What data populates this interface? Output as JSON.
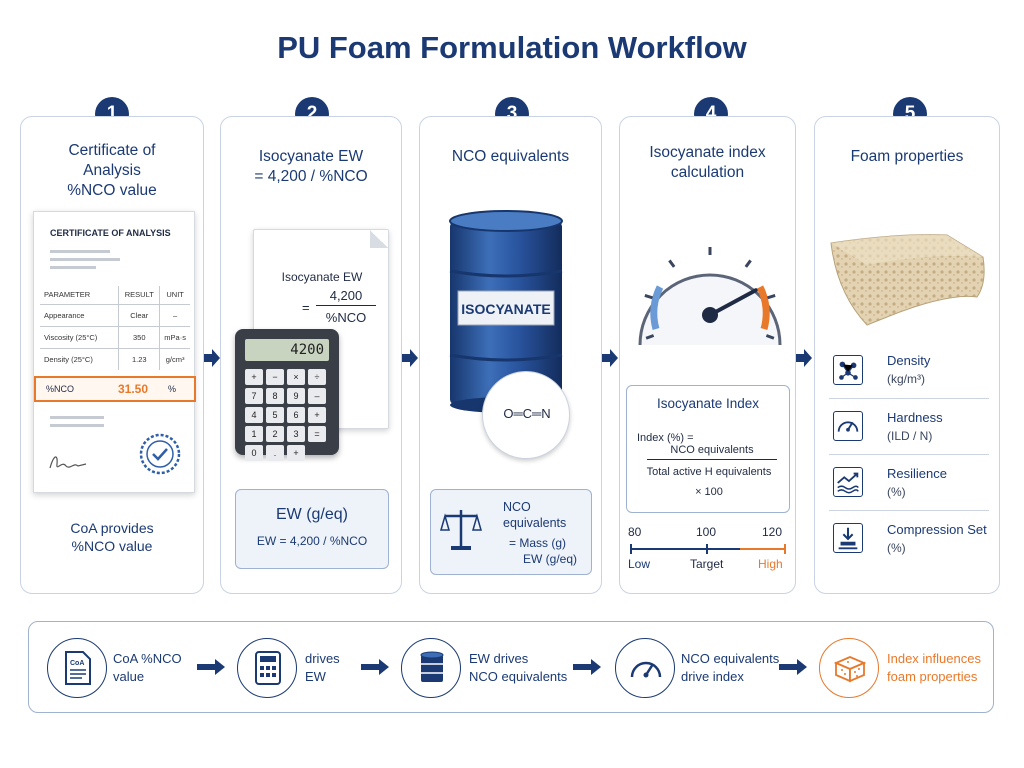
{
  "title": "PU Foam Formulation Workflow",
  "steps": [
    {
      "num": "1",
      "title_lines": [
        "Certificate of",
        "Analysis",
        "%NCO value"
      ],
      "caption_lines": [
        "CoA provides",
        "%NCO value"
      ]
    },
    {
      "num": "2",
      "title_lines": [
        "Isocyanate EW",
        "= 4,200 / %NCO"
      ]
    },
    {
      "num": "3",
      "title_lines": [
        "NCO equivalents"
      ]
    },
    {
      "num": "4",
      "title_lines": [
        "Isocyanate index",
        "calculation"
      ]
    },
    {
      "num": "5",
      "title_lines": [
        "Foam properties"
      ]
    }
  ],
  "coa": {
    "heading": "CERTIFICATE OF ANALYSIS",
    "headers": [
      "PARAMETER",
      "RESULT",
      "UNIT"
    ],
    "rows": [
      [
        "Appearance",
        "Clear",
        "–"
      ],
      [
        "Viscosity (25°C)",
        "350",
        "mPa·s"
      ],
      [
        "Density (25°C)",
        "1.23",
        "g/cm³"
      ]
    ],
    "highlight": [
      "%NCO",
      "31.50",
      "%"
    ]
  },
  "ew": {
    "doc_title": "Isocyanate EW",
    "doc_eq": "=",
    "doc_num": "4,200",
    "doc_den": "%NCO",
    "calc_display": "4200",
    "calc_keys": [
      "+",
      "−",
      "×",
      "÷",
      "7",
      "8",
      "9",
      "–",
      "4",
      "5",
      "6",
      "+",
      "1",
      "2",
      "3",
      "=",
      "0",
      ".",
      "+"
    ],
    "box_title": "EW (g/eq)",
    "box_formula": "EW = 4,200 / %NCO"
  },
  "nco": {
    "drum_label": "ISOCYANATE",
    "molecule": "O═C═N",
    "box_l1": "NCO",
    "box_l2": "equivalents",
    "box_l3": "= Mass (g)",
    "box_l4": "EW (g/eq)"
  },
  "index": {
    "box_title": "Isocyanate Index",
    "formula_prefix": "Index (%) =",
    "numerator": "NCO equivalents",
    "denominator": "Total active H equivalents",
    "multiplier": "× 100",
    "scale_values": [
      "80",
      "100",
      "120"
    ],
    "scale_labels": [
      "Low",
      "Target",
      "High"
    ],
    "gauge_value_fraction": 0.78
  },
  "properties": [
    {
      "name": "Density",
      "unit": "(kg/m³)",
      "icon": "molecule-icon"
    },
    {
      "name": "Hardness",
      "unit": "(ILD / N)",
      "icon": "gauge-icon"
    },
    {
      "name": "Resilience",
      "unit": "(%)",
      "icon": "trend-icon"
    },
    {
      "name": "Compression Set",
      "unit": "(%)",
      "icon": "compress-icon"
    }
  ],
  "flow": [
    {
      "l1": "CoA %NCO",
      "l2": "value",
      "icon": "document-icon"
    },
    {
      "l1": "drives",
      "l2": "EW",
      "icon": "calculator-icon"
    },
    {
      "l1": "EW drives",
      "l2": "NCO equivalents",
      "icon": "drum-icon"
    },
    {
      "l1": "NCO equivalents",
      "l2": "drive index",
      "icon": "gauge-icon"
    },
    {
      "l1": "Index influences",
      "l2": "foam properties",
      "icon": "foam-icon"
    }
  ],
  "colors": {
    "navy": "#1b3a73",
    "accent": "#e8792b",
    "blue": "#2f5fa8",
    "low": "#6a9bd6"
  }
}
